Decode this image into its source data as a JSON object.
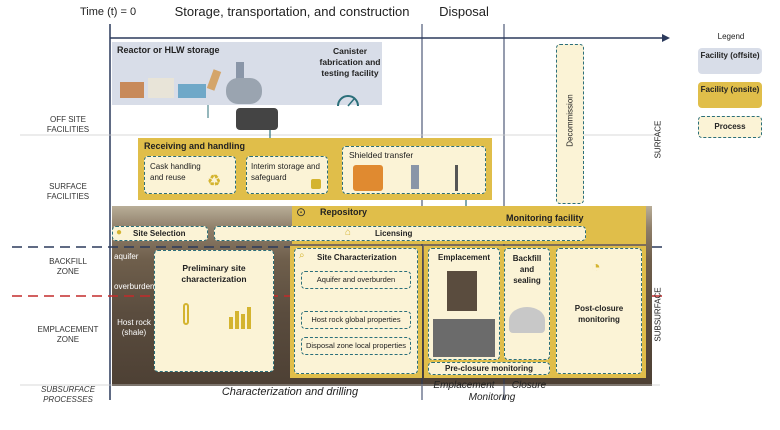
{
  "colors": {
    "gold": "#e0be4a",
    "cream": "#fbf3d6",
    "offsite": "#d8dde8",
    "arrow": "#2b6f7a",
    "dash_navy": "#2b3a5c",
    "dash_red": "#c42b2b",
    "ground": "#6b5b4a"
  },
  "header": {
    "time_label": "Time (t) = 0",
    "phase_storage": "Storage, transportation, and construction",
    "phase_disposal": "Disposal"
  },
  "legend": {
    "title": "Legend",
    "offsite": "Facility (offsite)",
    "onsite": "Facility (onsite)",
    "process": "Process"
  },
  "row_labels": {
    "offsite": "OFF SITE FACILITIES",
    "surface": "SURFACE FACILITIES",
    "backfill": "BACKFILL ZONE",
    "emplacement": "EMPLACEMENT ZONE",
    "subsurface_processes": "SUBSURFACE PROCESSES"
  },
  "side_labels": {
    "surface": "SURFACE",
    "subsurface": "SUBSURFACE"
  },
  "offsite": {
    "reactor": "Reactor or HLW storage",
    "canister": "Canister fabrication and testing facility"
  },
  "receiving": {
    "title": "Receiving and handling",
    "cask": "Cask handling and reuse",
    "interim": "Interim storage and safeguard",
    "shielded": "Shielded transfer"
  },
  "repository": "Repository",
  "monitoring_facility": "Monitoring facility",
  "decommission": "Decommission",
  "site_selection": "Site Selection",
  "licensing": "Licensing",
  "strata": {
    "aquifer": "aquifer",
    "overburden": "overburden",
    "host_rock": "Host rock (shale)"
  },
  "prelim": "Preliminary site characterization",
  "site_char": {
    "title": "Site Characterization",
    "aquifer": "Aquifer and overburden",
    "host_rock": "Host rock global properties",
    "disposal": "Disposal zone local properties"
  },
  "emplacement": "Emplacement",
  "backfill": "Backfill and sealing",
  "post_closure": "Post-closure monitoring",
  "pre_closure": "Pre-closure monitoring",
  "bottom": {
    "characterization": "Characterization and drilling",
    "emplacement": "Emplacement",
    "closure": "Closure",
    "monitoring": "Monitoring"
  }
}
